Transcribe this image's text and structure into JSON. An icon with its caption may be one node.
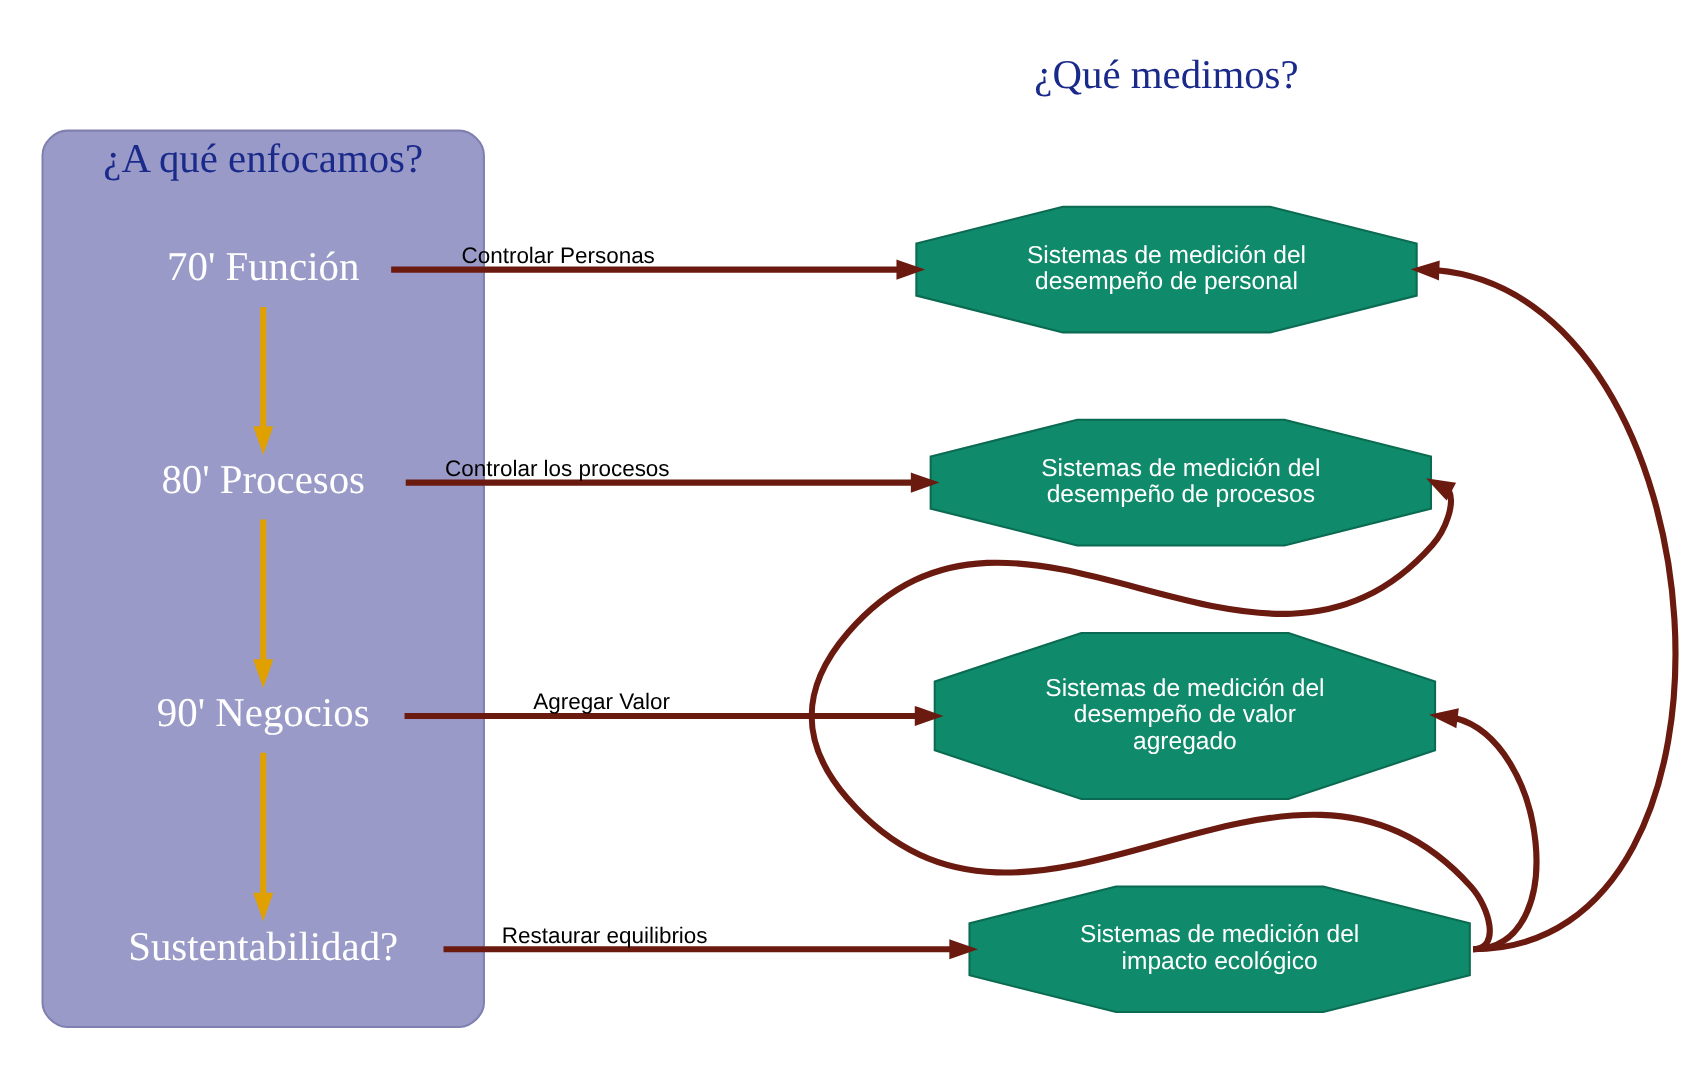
{
  "diagram": {
    "nodes": [
      {
        "text": [
          "¿A qué enfocamos?"
        ]
      },
      {
        "text": [
          "70' Función"
        ],
        "in": 0
      },
      {
        "text": [
          "80' Procesos"
        ],
        "in": 0
      },
      {
        "text": [
          "90' Negocios"
        ],
        "in": 0
      },
      {
        "text": [
          "Sustentabilidad?"
        ],
        "in": 0
      },
      {
        "text": [
          "Sistemas de medición del desempeño de personal"
        ]
      },
      {
        "text": [
          "Sistemas de medición del desempeño de procesos"
        ]
      },
      {
        "text": [
          "Sistemas de medición del desempeño de valor agregado"
        ]
      },
      {
        "text": [
          "Sistemas de medición del impacto ecológico"
        ]
      }
    ],
    "edges": [
      {
        "from": 1,
        "to": 2,
        "arrow": "to",
        "color": "#e0a000"
      },
      {
        "from": 2,
        "to": 3,
        "arrow": "to",
        "color": "#e0a000"
      },
      {
        "from": 3,
        "to": 4,
        "arrow": "to",
        "color": "#e0a000"
      },
      {
        "from": 1,
        "to": 5,
        "arrow": "to",
        "label": "Controlar Personas"
      },
      {
        "from": 2,
        "to": 6,
        "arrow": "to",
        "label": "Controlar los procesos"
      },
      {
        "from": 3,
        "to": 7,
        "arrow": "to",
        "label": "Agregar Valor"
      },
      {
        "from": 4,
        "to": 8,
        "arrow": "to",
        "label": "Restaurar equilibrios"
      },
      {
        "from": 8,
        "to": 5,
        "arrow": "to"
      },
      {
        "from": 8,
        "to": 6,
        "arrow": "to"
      },
      {
        "from": 8,
        "to": 7,
        "arrow": "to"
      }
    ],
    "labels": [
      "¿Qué medimos?"
    ]
  }
}
